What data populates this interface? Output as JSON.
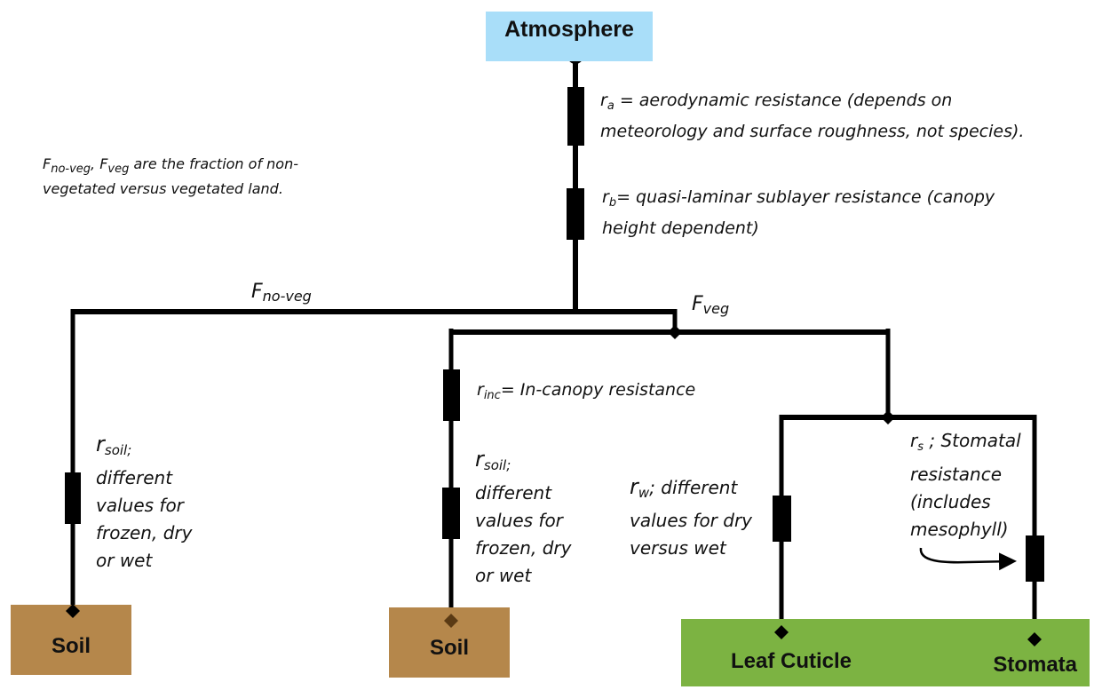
{
  "colors": {
    "atmosphere": "#a9def9",
    "soil": "#b5874b",
    "leaf": "#7cb342",
    "wire": "#000000"
  },
  "nodes": {
    "atmosphere": "Atmosphere",
    "soil_left": "Soil",
    "soil_middle": "Soil",
    "leaf_cuticle": "Leaf Cuticle",
    "stomata": "Stomata"
  },
  "note": {
    "f1": "F",
    "f1_sub": "no-veg",
    "sep": ", ",
    "f2": "F",
    "f2_sub": "veg",
    "text1": " are the fraction of non-",
    "text2": "vegetated versus vegetated land."
  },
  "branches": {
    "no_veg": {
      "F": "F",
      "sub": "no-veg"
    },
    "veg": {
      "F": "F",
      "sub": "veg"
    }
  },
  "resistances": {
    "ra": {
      "sym": "r",
      "sub": "a",
      "text1": " = aerodynamic resistance (depends on",
      "text2": "meteorology and surface roughness, not species)."
    },
    "rb": {
      "sym": "r",
      "sub": "b",
      "text1": "= quasi-laminar sublayer resistance (canopy",
      "text2": "height dependent)"
    },
    "rinc": {
      "sym": "r",
      "sub": "inc",
      "text1": "= In-canopy resistance"
    },
    "rsoil_left": {
      "sym": "r",
      "sub": "soil;",
      "lines": [
        "different",
        "values for",
        "frozen, dry",
        "or wet"
      ]
    },
    "rsoil_middle": {
      "sym": "r",
      "sub": "soil;",
      "lines": [
        "different",
        "values for",
        "frozen, dry",
        "or wet"
      ]
    },
    "rw": {
      "sym": "r",
      "sub": "w",
      "text1": "; different",
      "lines": [
        "values for dry",
        "versus wet"
      ]
    },
    "rs": {
      "sym": "r",
      "sub": "s",
      "text1": " ; Stomatal",
      "lines": [
        "resistance",
        "(includes",
        "mesophyll)"
      ]
    }
  }
}
